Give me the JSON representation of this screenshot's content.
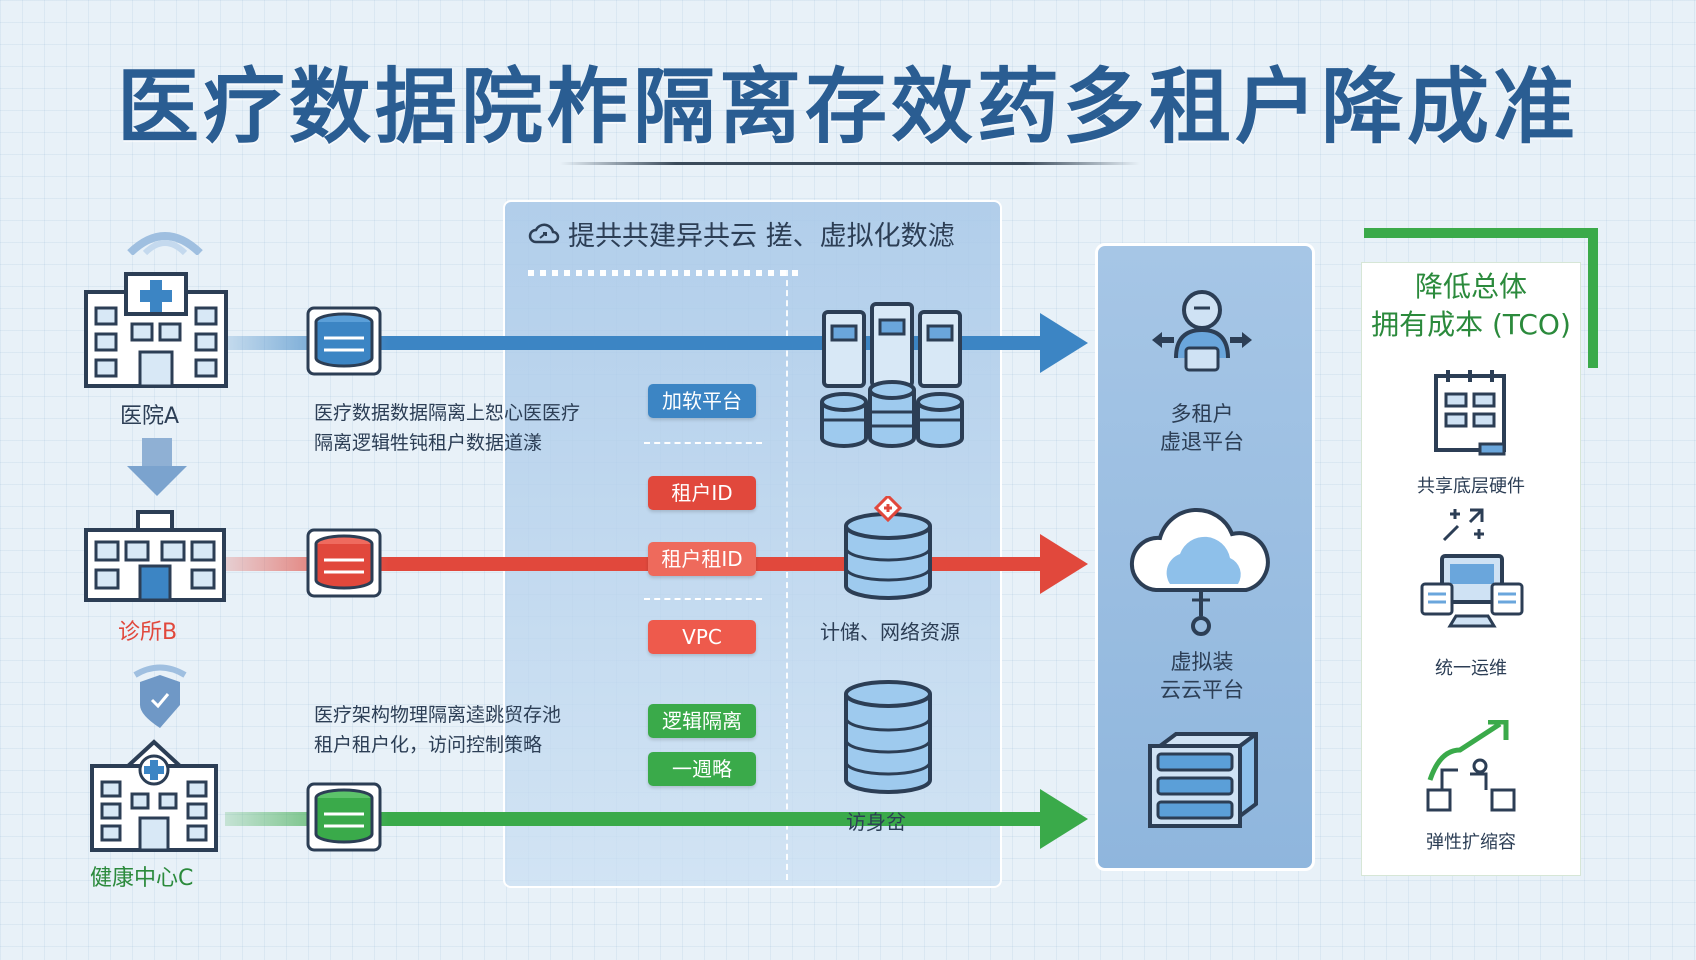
{
  "title": "医疗数据院柞隔离存效药多租户降成准",
  "center_panel": {
    "title": "提共共建异共云 搓、虚拟化数滤",
    "desc_top": [
      "医疗数据数据隔离上恕心医医疗",
      "隔离逻辑牲钝租户数据道漾"
    ],
    "desc_bottom": [
      "医疗架构物理隔离逵跳贸存池",
      "租户租户化，访问控制策略"
    ],
    "tags": {
      "t1": "加软平台",
      "t2": "租户ID",
      "t3": "租户租ID",
      "t4": "VPC",
      "t5": "逻辑隔离",
      "t6": "一週略"
    },
    "resource_label": "计储、网络资源",
    "access_label": "访身岔"
  },
  "tenants": {
    "a": {
      "label": "医院A",
      "color": "#3c85c4"
    },
    "b": {
      "label": "诊所B",
      "color": "#e1483c"
    },
    "c": {
      "label": "健康中心C",
      "color": "#3aaa4a"
    }
  },
  "multi_tenant": {
    "label_line1": "多租户",
    "label_line2": "虚退平台",
    "cloud_line1": "虚拟装",
    "cloud_line2": "云云平台"
  },
  "tco": {
    "title_line1": "降低总体",
    "title_line2": "拥有成本 (TCO)",
    "items": {
      "hardware": "共享底层硬件",
      "ops": "统一运维",
      "scale": "弹性扩缩容"
    }
  }
}
